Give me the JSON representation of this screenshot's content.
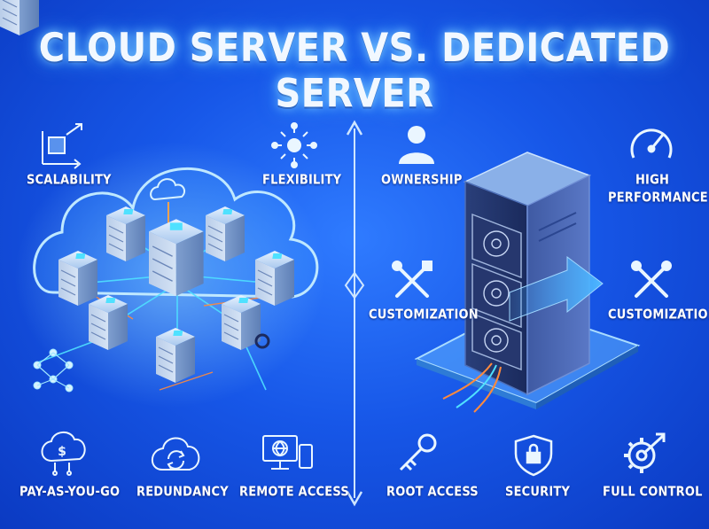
{
  "title": "CLOUD SERVER VS. DEDICATED SERVER",
  "cloud": {
    "scalability": "SCALABILITY",
    "flexibility": "FLEXIBILITY",
    "pay_as_you_go": "PAY-AS-YOU-GO",
    "redundancy": "REDUNDANCY",
    "remote_access": "REMOTE ACCESS"
  },
  "dedicated": {
    "ownership": "OWNERSHIP",
    "high_performance_1": "HIGH",
    "high_performance_2": "PERFORMANCE",
    "customization_left": "CUSTOMIZATION",
    "customization_right": "CUSTOMIZATION",
    "root_access": "ROOT ACCESS",
    "security": "SECURITY",
    "full_control": "FULL CONTROL"
  },
  "icons": {
    "scalability": "scalability-cube-arrows-icon",
    "flexibility": "flexibility-network-hub-icon",
    "pay_as_you_go": "cloud-dollar-icon",
    "redundancy": "cloud-sync-icon",
    "remote_access": "monitor-phone-icon",
    "ownership": "person-icon",
    "high_performance": "speedometer-icon",
    "customization": "wrench-screwdriver-icon",
    "root_access": "key-icon",
    "security": "shield-lock-icon",
    "full_control": "gear-arrow-icon"
  },
  "colors": {
    "background": "#1757e8",
    "glow": "#7fd0ff",
    "accent_cyan": "#4fe1ff",
    "accent_orange": "#ff8a3d",
    "server_dark": "#1c2a5e",
    "text": "#ffffff"
  }
}
